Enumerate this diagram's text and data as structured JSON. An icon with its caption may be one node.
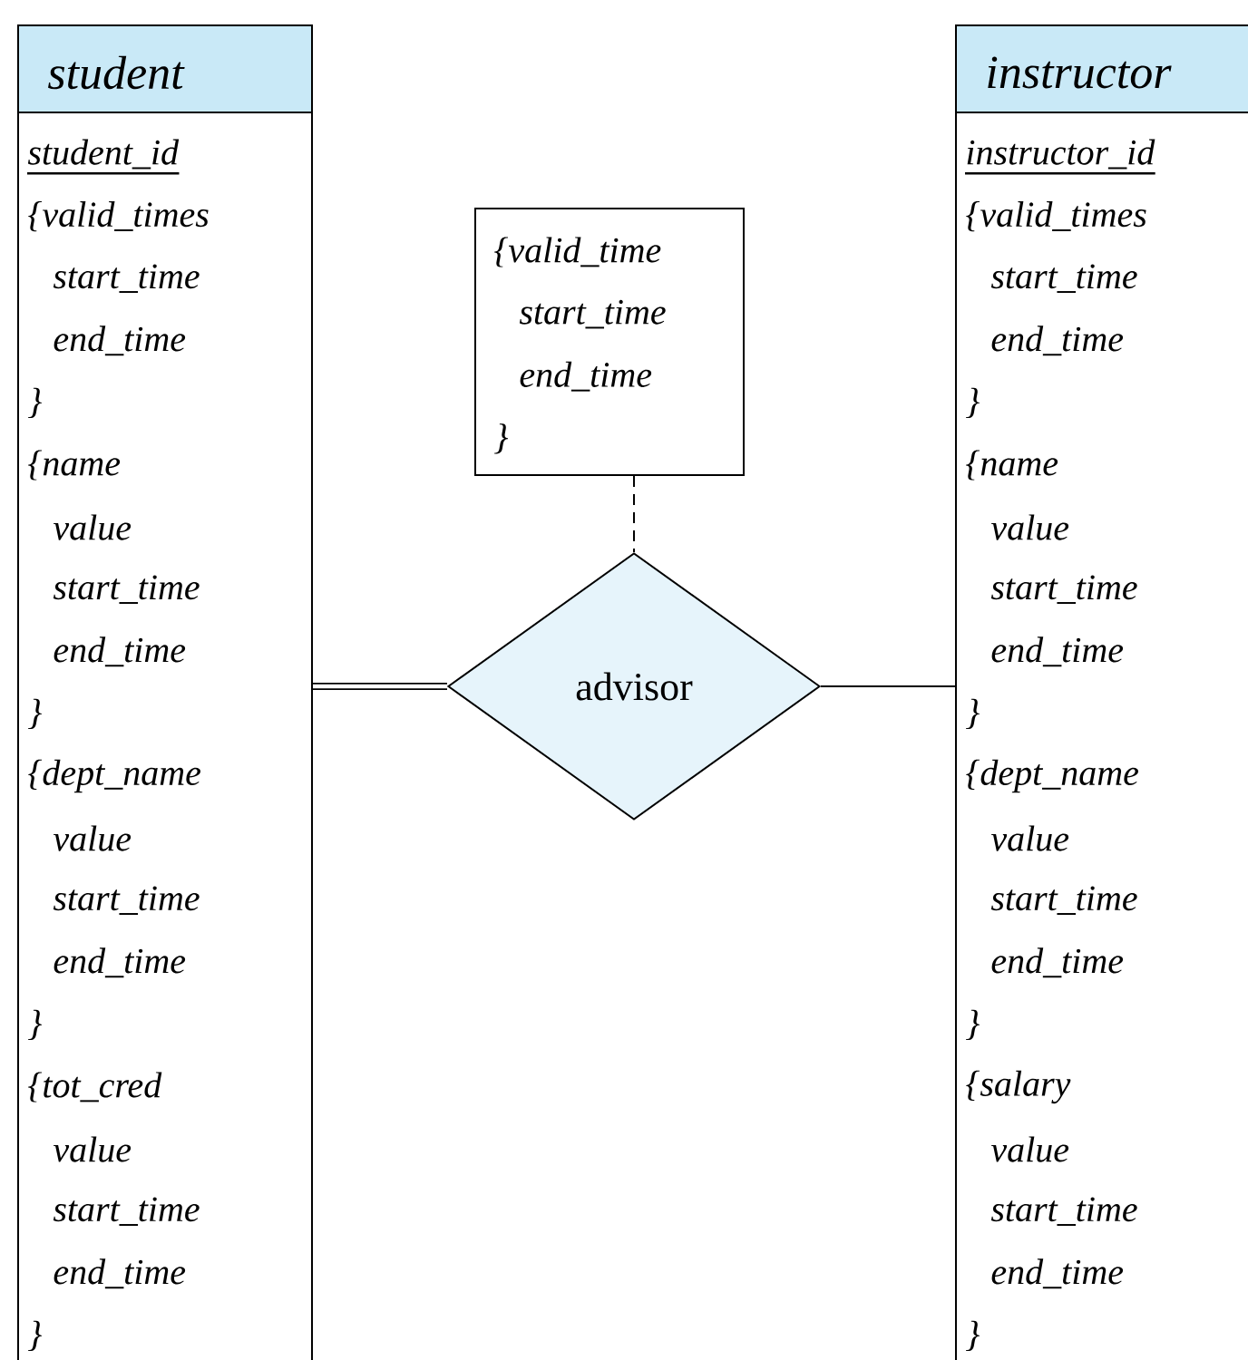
{
  "diagram": {
    "nodes": [
      {
        "text": [
          "student",
          "student_id",
          "{valid_times",
          "start_time",
          "end_time",
          "}",
          "{name",
          "value",
          "start_time",
          "end_time",
          "}",
          "{dept_name",
          "value",
          "start_time",
          "end_time",
          "}",
          "{tot_cred",
          "value",
          "start_time",
          "end_time",
          "}"
        ]
      },
      {
        "text": [
          "{valid_time",
          "start_time",
          "end_time",
          "}"
        ]
      },
      {
        "text": [
          "advisor"
        ]
      },
      {
        "text": [
          "instructor",
          "instructor_id",
          "{valid_times",
          "start_time",
          "end_time",
          "}",
          "{name",
          "value",
          "start_time",
          "end_time",
          "}",
          "{dept_name",
          "value",
          "start_time",
          "end_time",
          "}",
          "{salary",
          "value",
          "start_time",
          "end_time",
          "}"
        ]
      }
    ],
    "edges": [
      {
        "from": 0,
        "to": 2,
        "arrow": "none",
        "style": "thick"
      },
      {
        "from": 2,
        "to": 3,
        "arrow": "none"
      },
      {
        "from": 1,
        "to": 2,
        "arrow": "none",
        "style": "dashed"
      }
    ]
  }
}
